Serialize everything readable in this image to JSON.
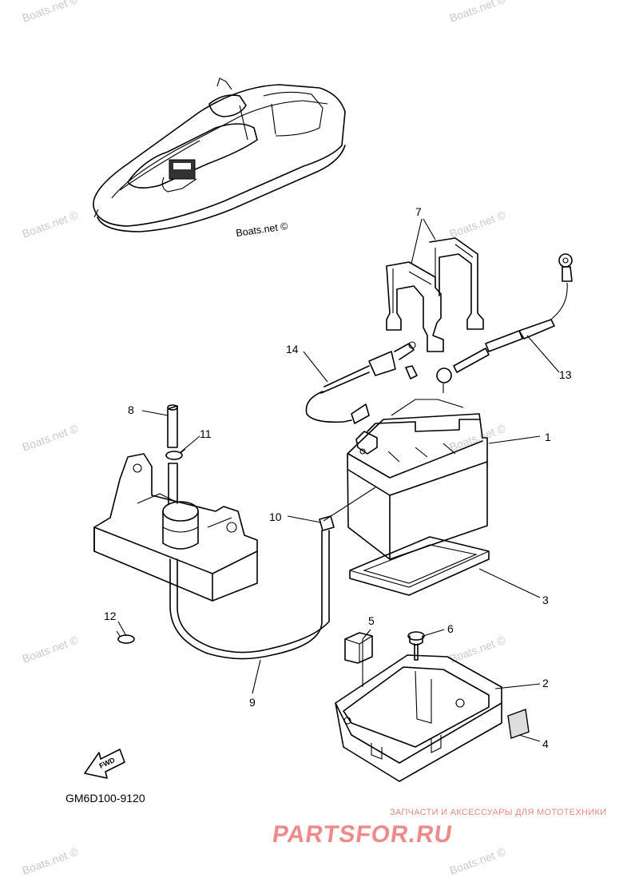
{
  "watermark": "Boats.net ©",
  "callouts": [
    "1",
    "2",
    "3",
    "4",
    "5",
    "6",
    "7",
    "8",
    "9",
    "10",
    "11",
    "12",
    "13",
    "14"
  ],
  "fwd_label": "FWD",
  "diagram_code": "GM6D100-9120",
  "footer": {
    "tagline": "ЗАПЧАСТИ И АКСЕССУАРЫ ДЛЯ МОТОТЕХНИКИ",
    "logo": "PARTSFOR.RU"
  },
  "colors": {
    "line": "#000000",
    "watermark": "#c9c9c9",
    "logo": "#f08a8a"
  }
}
